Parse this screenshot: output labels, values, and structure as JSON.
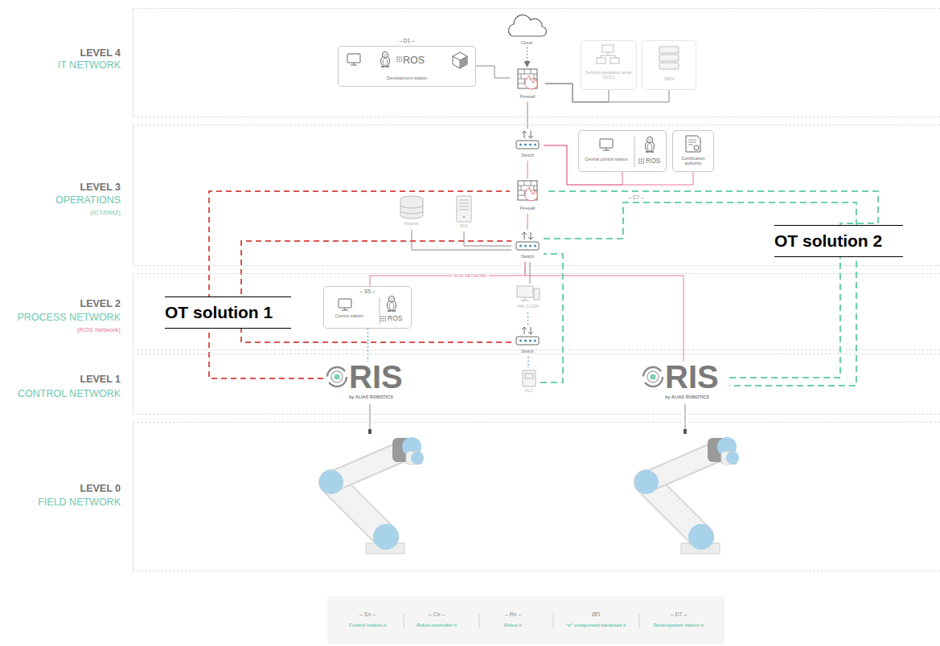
{
  "diagram": {
    "nodes": [
      {
        "text": [
          "LEVEL 4",
          "IT NETWORK"
        ]
      },
      {
        "text": [
          "Cloud"
        ],
        "in": 0
      },
      {
        "text": [
          "– D1 –",
          "ROS",
          "Development station"
        ],
        "in": 0
      },
      {
        "text": [
          "Firewall"
        ],
        "in": 0
      },
      {
        "text": [
          "Security operations center (SOC)"
        ],
        "in": 0
      },
      {
        "text": [
          "SIEM"
        ],
        "in": 0
      },
      {
        "text": [
          "LEVEL 3",
          "OPERATIONS",
          "(ICT/DMZ)"
        ]
      },
      {
        "text": [
          "Switch"
        ],
        "in": 6
      },
      {
        "text": [
          "Central control station",
          "ROS"
        ],
        "in": 6
      },
      {
        "text": [
          "Certification authority"
        ],
        "in": 6
      },
      {
        "text": [
          "Firewall"
        ],
        "in": 6
      },
      {
        "text": [
          "Historian"
        ],
        "in": 6
      },
      {
        "text": [
          "DNS"
        ],
        "in": 6
      },
      {
        "text": [
          "Switch"
        ],
        "in": 6
      },
      {
        "text": [
          "LEVEL 2",
          "PROCESS NETWORK",
          "(ROS Network)"
        ]
      },
      {
        "text": [
          "– S5 –",
          "Control station",
          "ROS"
        ],
        "in": 14
      },
      {
        "text": [
          "HMI_SCADA"
        ],
        "in": 14
      },
      {
        "text": [
          "Switch"
        ],
        "in": 14
      },
      {
        "text": [
          "LEVEL 1",
          "CONTROL NETWORK"
        ]
      },
      {
        "text": [
          "RIS",
          "by ALIAS ROBOTICS"
        ],
        "in": 18
      },
      {
        "text": [
          "PLC"
        ],
        "in": 18
      },
      {
        "text": [
          "RIS",
          "by ALIAS ROBOTICS"
        ],
        "in": 18
      },
      {
        "text": [
          "LEVEL 0",
          "FIELD NETWORK"
        ]
      }
    ],
    "edges": [
      {
        "from": 1,
        "to": 3,
        "arrow": "to"
      },
      {
        "from": 2,
        "to": 3,
        "arrow": "none"
      },
      {
        "from": 3,
        "to": 4,
        "arrow": "none"
      },
      {
        "from": 3,
        "to": 5,
        "arrow": "none"
      },
      {
        "from": 3,
        "to": 7,
        "arrow": "none"
      },
      {
        "from": 7,
        "to": 8,
        "arrow": "none"
      },
      {
        "from": 7,
        "to": 9,
        "arrow": "none"
      },
      {
        "from": 7,
        "to": 10,
        "arrow": "none"
      },
      {
        "from": 10,
        "to": 13,
        "arrow": "none"
      },
      {
        "from": 13,
        "to": 11,
        "arrow": "none"
      },
      {
        "from": 13,
        "to": 12,
        "arrow": "none"
      },
      {
        "from": 13,
        "to": 15,
        "label": "ROS NETWORK",
        "arrow": "none"
      },
      {
        "from": 13,
        "to": 21,
        "arrow": "none"
      },
      {
        "from": 13,
        "to": 16,
        "arrow": "none"
      },
      {
        "from": 16,
        "to": 17,
        "arrow": "none"
      },
      {
        "from": 17,
        "to": 20,
        "arrow": "none"
      },
      {
        "from": 15,
        "to": 19,
        "arrow": "none"
      },
      {
        "from": 19,
        "to": 10,
        "arrow": "none"
      },
      {
        "from": 17,
        "to": 13,
        "arrow": "none"
      },
      {
        "from": 21,
        "to": 10,
        "arrow": "none"
      },
      {
        "from": 13,
        "to": 21,
        "arrow": "none"
      },
      {
        "from": 20,
        "to": 13,
        "arrow": "none"
      }
    ],
    "labels": [
      "– C7 –",
      "OT solution 1",
      "OT solution 2",
      "– Sn –",
      "Control station n",
      "– Cn –",
      "Robot controller n",
      "– Rn –",
      "Robot n",
      "αn",
      "“α” component hardened n",
      "– D7 –",
      "Development station n"
    ]
  }
}
